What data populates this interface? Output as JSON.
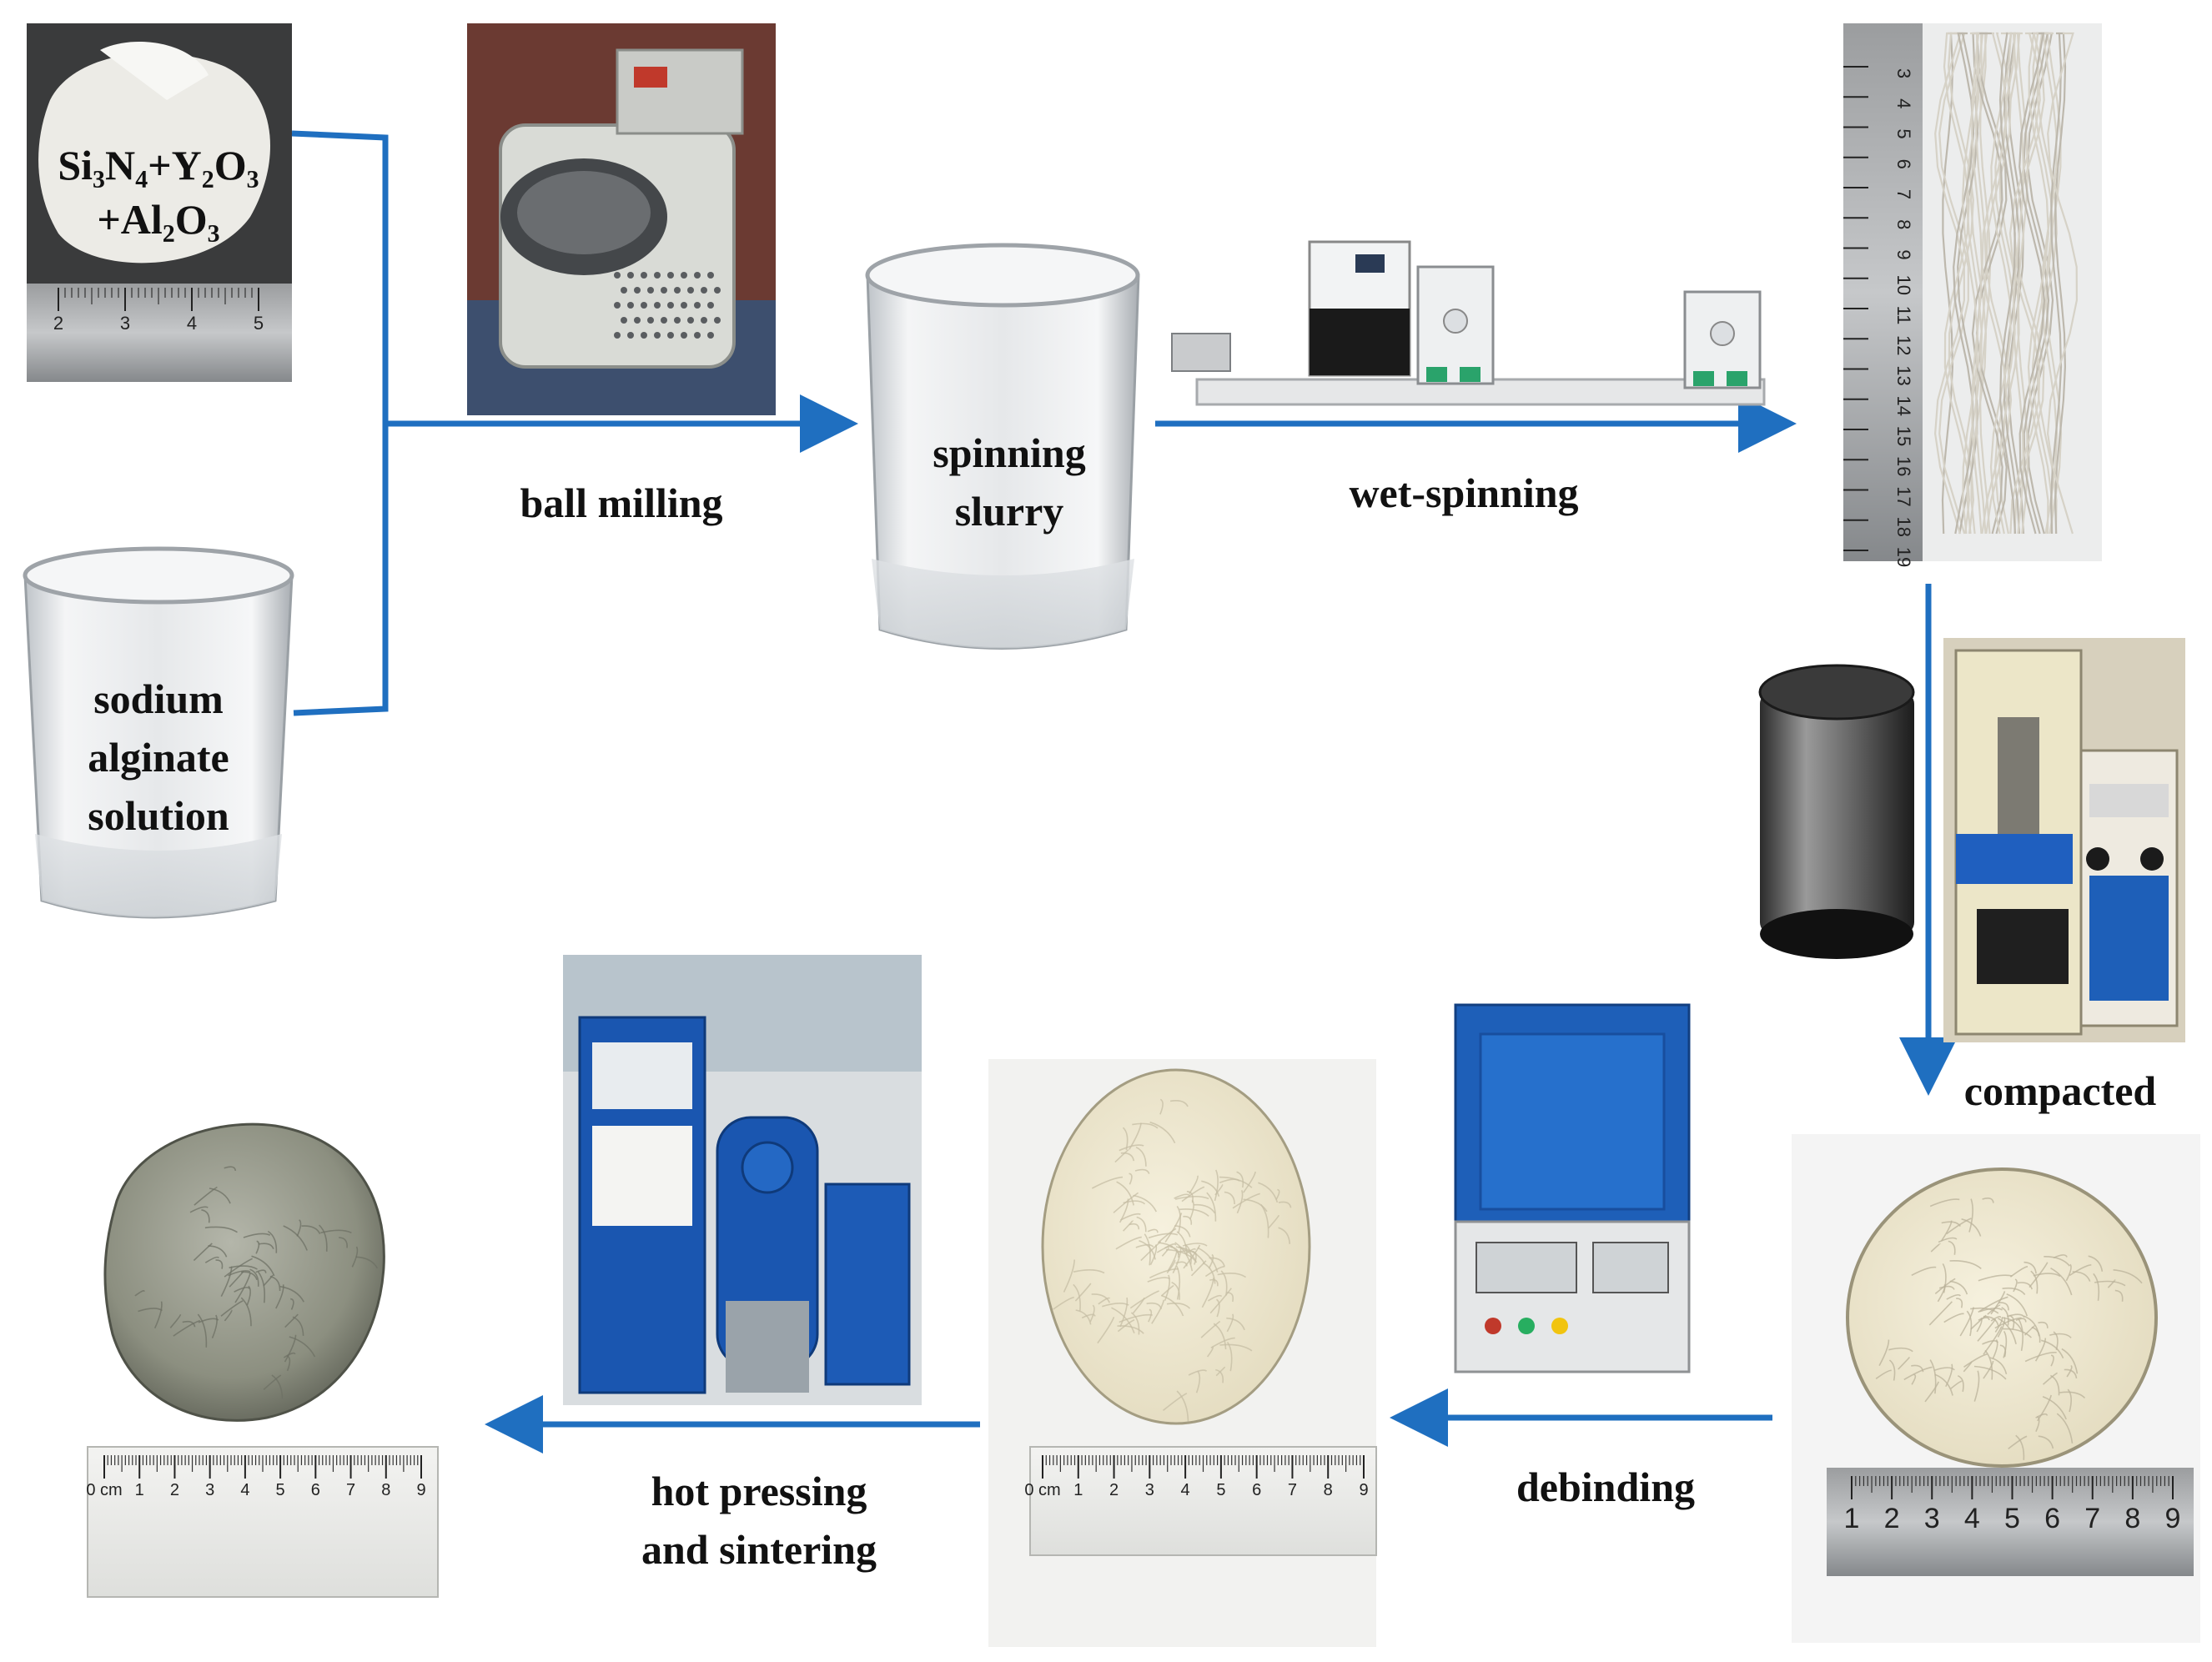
{
  "figure": {
    "powder_label_main": "Si₃N₄+Y₂O₃",
    "powder_label_sub": "+Al₂O₃",
    "solution_label": [
      "sodium",
      "alginate",
      "solution"
    ],
    "slurry_label": [
      "spinning",
      "slurry"
    ],
    "steps": {
      "ball_milling": "ball milling",
      "wet_spinning": "wet-spinning",
      "compacted": "compacted",
      "debinding": "debinding",
      "hot_pressing": [
        "hot pressing",
        "and sintering"
      ]
    },
    "ruler_ticks_top": [
      "2",
      "3",
      "4",
      "5"
    ],
    "ruler_ticks_fiber": [
      "3",
      "4",
      "5",
      "6",
      "7",
      "8",
      "9",
      "10",
      "11",
      "12",
      "13",
      "14",
      "15",
      "16",
      "17",
      "18",
      "19"
    ],
    "ruler_ticks_bottom": [
      "0 cm",
      "1",
      "2",
      "3",
      "4",
      "5",
      "6",
      "7",
      "8",
      "9"
    ],
    "ruler_ticks_right": [
      "1",
      "2",
      "3",
      "4",
      "5",
      "6",
      "7",
      "8",
      "9"
    ],
    "colors": {
      "arrow": "#1f6fc0",
      "furnace_blue": "#1e5fb8",
      "machine_blue": "#1a56b0",
      "ceramic_white": "#efe9d2",
      "sintered_gray": "#8c8f80"
    }
  }
}
